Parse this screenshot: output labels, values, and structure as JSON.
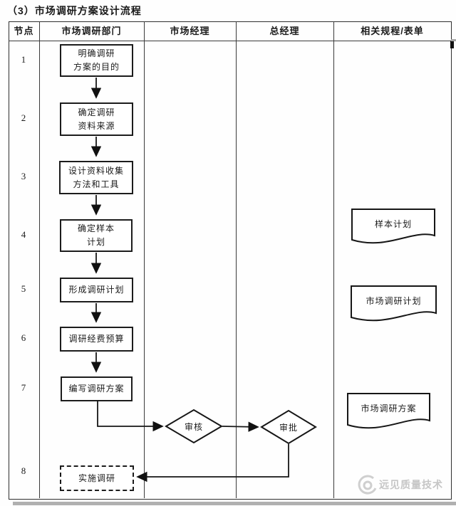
{
  "title": "（3）市场调研方案设计流程",
  "columns": {
    "node": "节点",
    "dept": "市场调研部门",
    "manager": "市场经理",
    "gm": "总经理",
    "forms": "相关规程/表单"
  },
  "nodes": [
    "1",
    "2",
    "3",
    "4",
    "5",
    "6",
    "7",
    "8"
  ],
  "process_boxes": [
    {
      "lines": [
        "明确调研",
        "方案的目的"
      ]
    },
    {
      "lines": [
        "确定调研",
        "资料来源"
      ]
    },
    {
      "lines": [
        "设计资料收集",
        "方法和工具"
      ]
    },
    {
      "lines": [
        "确定样本",
        "计划"
      ]
    },
    {
      "lines": [
        "形成调研计划"
      ]
    },
    {
      "lines": [
        "调研经费预算"
      ]
    },
    {
      "lines": [
        "编写调研方案"
      ]
    },
    {
      "lines": [
        "实施调研"
      ]
    }
  ],
  "decisions": [
    {
      "label": "审核"
    },
    {
      "label": "审批"
    }
  ],
  "documents": [
    {
      "label": "样本计划"
    },
    {
      "label": "市场调研计划"
    },
    {
      "label": "市场调研方案"
    }
  ],
  "watermark": {
    "text": "远见质量技术"
  },
  "colors": {
    "line": "#1a1a1a",
    "grid": "#3a3a3a",
    "watermark": "#c6c6c6"
  }
}
